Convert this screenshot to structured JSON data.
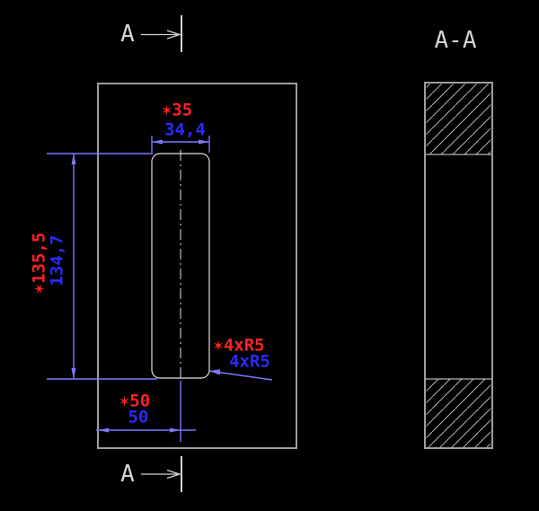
{
  "drawing": {
    "type": "technical-section-drawing",
    "section_markers": {
      "top_label": "A",
      "bottom_label": "A"
    },
    "section_view": {
      "label": "A-A"
    },
    "dimensions": {
      "slot_width": {
        "red": "✶35",
        "blue": "34,4"
      },
      "slot_height": {
        "red": "✶135,5",
        "blue": "134,7"
      },
      "slot_offset": {
        "red": "✶50",
        "blue": "50"
      },
      "corner_radius": {
        "red": "✶4xR5",
        "blue": "4xR5"
      }
    }
  },
  "colors": {
    "background": "#000000",
    "outline": "#9e9e9e",
    "thin_outline": "#e0e0e0",
    "hatch": "#b4b4b4",
    "marker": "#d4d4d4",
    "dim_line": "#7a7aff",
    "dim_text_blue": "#2a2aff",
    "dim_text_red": "#ff2222"
  }
}
